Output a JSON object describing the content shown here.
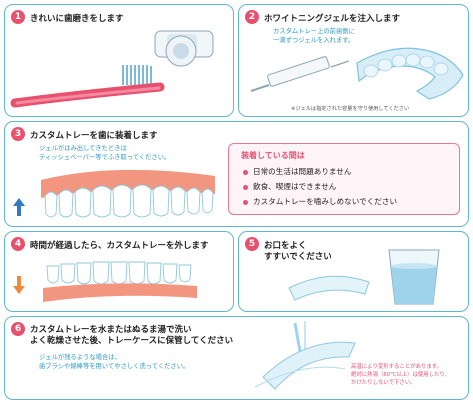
{
  "step1": {
    "num": "1",
    "title": "きれいに歯磨きをします"
  },
  "step2": {
    "num": "2",
    "title": "ホワイトニングジェルを注入します",
    "desc1": "カスタムトレー上の前歯側に",
    "desc2": "一滴ずつジェルを入れます。",
    "note": "※ジェルは指定された容量を守り使用してください"
  },
  "step3": {
    "num": "3",
    "title": "カスタムトレーを歯に装着します",
    "desc1": "ジェルがはみ出してきたときは",
    "desc2": "ティッシュペーパー等でふき取ってください。"
  },
  "wearing": {
    "title": "装着している間は",
    "items": [
      "日常の生活は問題ありません",
      "飲食、喫煙はできません",
      "カスタムトレーを噛みしめないでください"
    ]
  },
  "step4": {
    "num": "4",
    "title": "時間が経過したら、カスタムトレーを外します"
  },
  "step5": {
    "num": "5",
    "title1": "お口をよく",
    "title2": "すすいでください"
  },
  "step6": {
    "num": "6",
    "title1": "カスタムトレーを水またはぬるま湯で洗い",
    "title2": "よく乾燥させた後、トレーケースに保管してください",
    "desc1": "ジェルが残るような場合は、",
    "desc2": "歯ブラシや綿棒等を用いてやさしく洗ってください。",
    "warn1": "高温により変形することがあります。",
    "warn2": "絶対に熱湯（60℃以上）は使用したり、",
    "warn3": "かけたりしないで下さい。"
  },
  "colors": {
    "border": "#5fb8cf",
    "accent": "#e8506e",
    "blue_text": "#2f9bc4",
    "gum": "#f2967f"
  }
}
